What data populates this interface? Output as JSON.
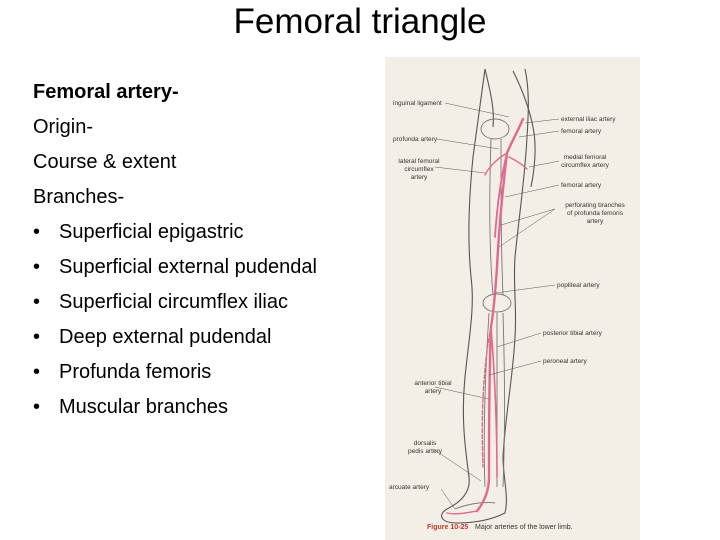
{
  "title": "Femoral triangle",
  "content": {
    "heading": "Femoral artery-",
    "lines": [
      "Origin-",
      "Course & extent",
      "Branches-"
    ],
    "bullet_symbol": "•",
    "bullets": [
      "Superficial epigastric",
      "Superficial external pudendal",
      "Superficial circumflex iliac",
      "Deep external pudendal",
      "Profunda femoris",
      "Muscular branches"
    ]
  },
  "figure": {
    "labels_left": {
      "inguinal_ligament": "inguinal ligament",
      "profunda_artery": "profunda artery",
      "lateral_femoral_1": "lateral femoral",
      "lateral_femoral_2": "circumflex",
      "lateral_femoral_3": "artery",
      "anterior_tibial_1": "anterior tibial",
      "anterior_tibial_2": "artery",
      "dorsalis_1": "dorsalis",
      "dorsalis_2": "pedis artery",
      "arcuate_artery": "arcuate artery"
    },
    "labels_right": {
      "external_iliac": "external iliac artery",
      "femoral_artery_1": "femoral artery",
      "medial_femoral_1": "medial femoral",
      "medial_femoral_2": "circumflex artery",
      "femoral_artery_2": "femoral artery",
      "perforating_1": "perforating branches",
      "perforating_2": "of profunda femoris",
      "perforating_3": "artery",
      "popliteal": "popliteal artery",
      "posterior_tibial": "posterior tibial artery",
      "peroneal": "peroneal artery"
    },
    "caption_number": "Figure 10-25",
    "caption_text": "Major arteries of the lower limb.",
    "colors": {
      "background": "#f3efe6",
      "artery": "#e06a8f",
      "bone": "#555555"
    }
  }
}
